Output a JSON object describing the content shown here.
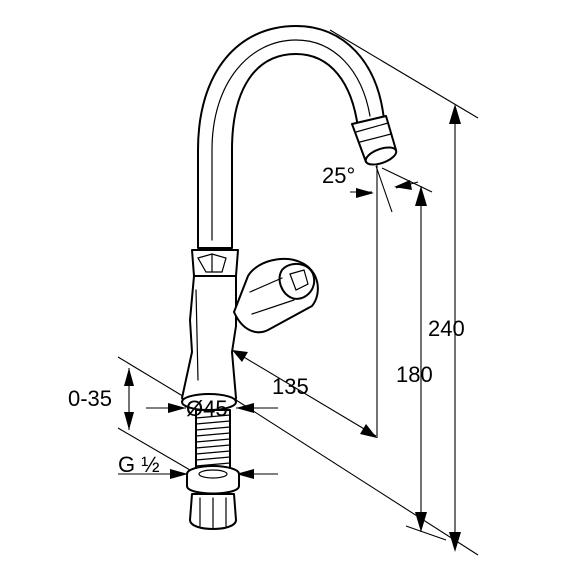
{
  "dimensions": {
    "angle": "25°",
    "height_total": "240",
    "height_outlet": "180",
    "reach": "135",
    "adjust_range": "0-35",
    "body_diameter": "Ø45",
    "thread": "G ½"
  }
}
